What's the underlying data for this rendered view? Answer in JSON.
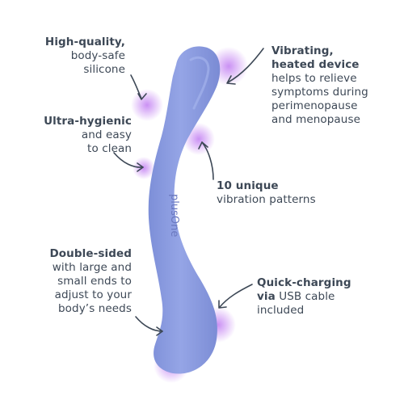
{
  "product": {
    "brand_mark": "plusOne",
    "color": "#8c9ce0",
    "glow_color": "#b96cf0"
  },
  "callouts": {
    "silicone": {
      "bold": "High-quality,",
      "lines": [
        "body-safe",
        "silicone"
      ]
    },
    "hygienic": {
      "bold": "Ultra-hygienic",
      "lines": [
        "and easy",
        "to clean"
      ]
    },
    "double_sided": {
      "bold": "Double-sided",
      "lines": [
        "with large and",
        "small ends to",
        "adjust to your",
        "body’s needs"
      ]
    },
    "vibrating": {
      "bold_lines": [
        "Vibrating,",
        "heated device"
      ],
      "lines": [
        "helps to relieve",
        "symptoms during",
        "perimenopause",
        "and menopause"
      ]
    },
    "patterns": {
      "bold": "10 unique",
      "lines": [
        "vibration patterns"
      ]
    },
    "charging": {
      "bold_lines": [
        "Quick-charging"
      ],
      "bold_inline": "via",
      "inline_rest": " USB cable",
      "lines": [
        "included"
      ]
    }
  },
  "icons": {
    "arrows": [
      "curved-arrow-icon"
    ]
  }
}
